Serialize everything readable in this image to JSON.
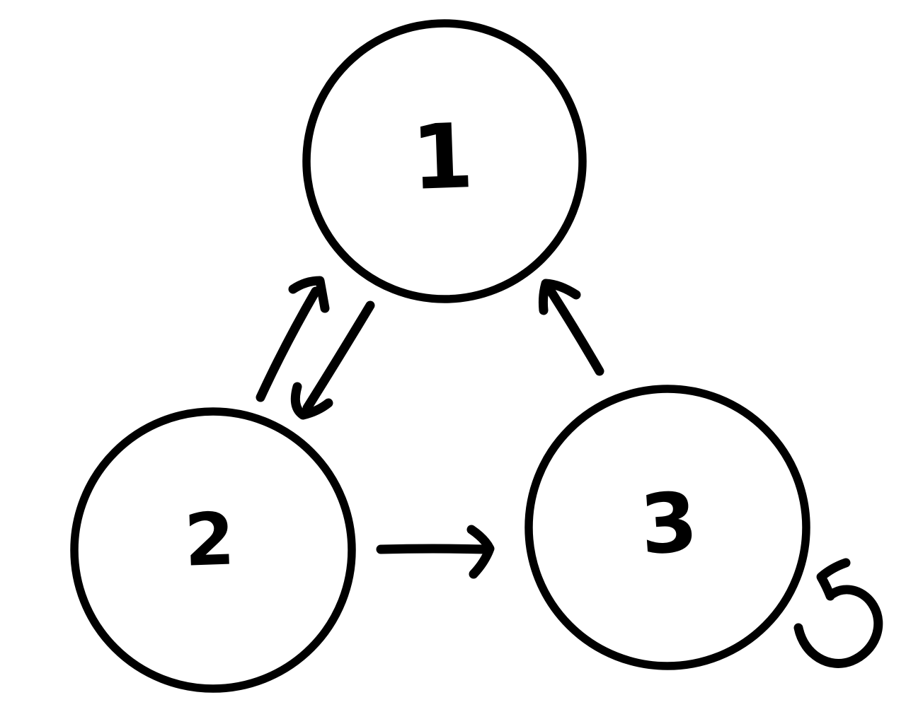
{
  "canvas": {
    "background_color": "#ffffff",
    "ink_color": "#000000",
    "style": "hand-drawn"
  },
  "nodes": [
    {
      "id": "1",
      "label": "1"
    },
    {
      "id": "2",
      "label": "2"
    },
    {
      "id": "3",
      "label": "3"
    }
  ],
  "edges": [
    {
      "from": "2",
      "to": "1",
      "style": "straight-arrow"
    },
    {
      "from": "1",
      "to": "2",
      "style": "straight-arrow"
    },
    {
      "from": "3",
      "to": "1",
      "style": "straight-arrow"
    },
    {
      "from": "2",
      "to": "3",
      "style": "straight-arrow"
    },
    {
      "from": "3",
      "to": "3",
      "style": "self-loop"
    }
  ]
}
